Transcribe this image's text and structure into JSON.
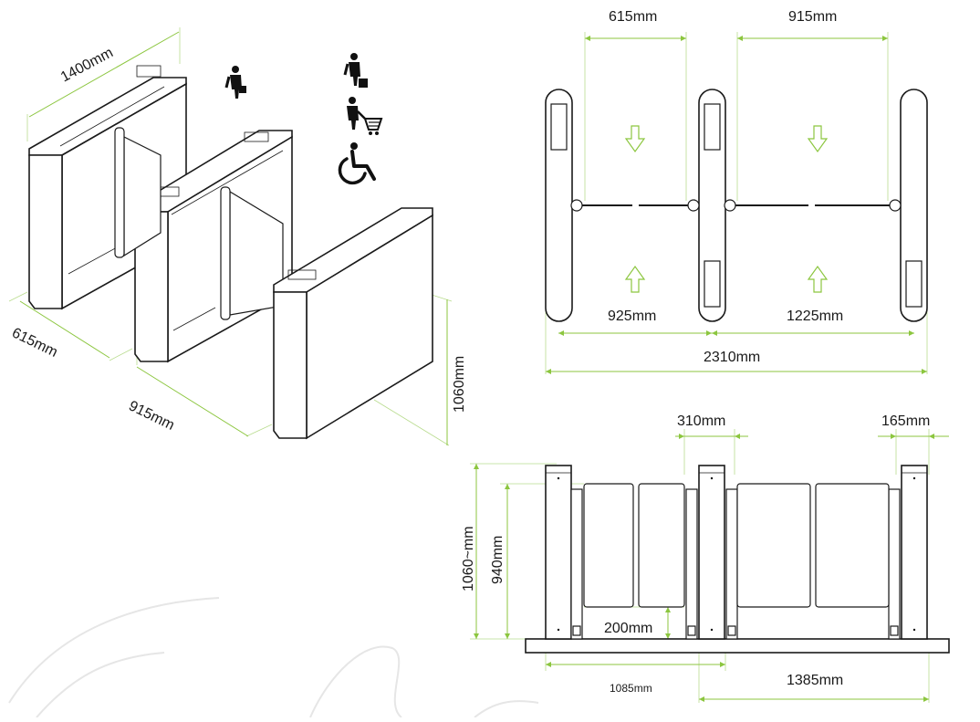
{
  "isometric": {
    "length": "1400mm",
    "width_left": "615mm",
    "width_right": "915mm",
    "height": "1060mm"
  },
  "top_view": {
    "lane_narrow": "615mm",
    "lane_wide": "915mm",
    "module_narrow": "925mm",
    "module_wide": "1225mm",
    "total_width": "2310mm"
  },
  "front_view": {
    "post_spacing": "310mm",
    "end_gap": "165mm",
    "total_height": "1060~mm",
    "flap_height": "940mm",
    "floor_clearance": "200mm",
    "section_left": "1085mm",
    "section_right": "1385mm"
  },
  "icons": [
    "pedestrian-icon",
    "pedestrian-with-luggage-icon",
    "shopping-cart-icon",
    "wheelchair-icon"
  ],
  "colors": {
    "dimension": "#8cc63f",
    "outline": "#1a1a1a"
  }
}
